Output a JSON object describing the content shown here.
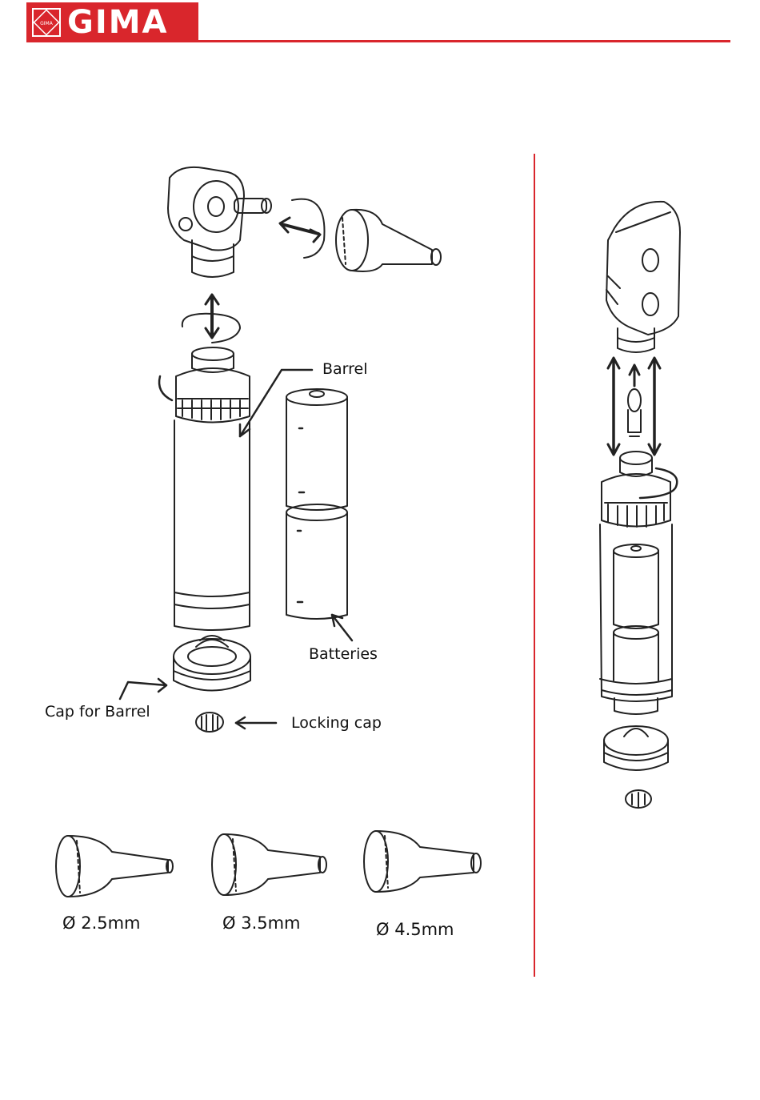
{
  "header": {
    "brand": "GIMA",
    "accent_color": "#d9262c",
    "emblem_icon": "gima-emblem-icon"
  },
  "left_figure": {
    "labels": {
      "barrel": "Barrel",
      "batteries": "Batteries",
      "cap_for_barrel": "Cap for Barrel",
      "locking_cap": "Locking cap"
    },
    "speculum_sizes": [
      "Ø 2.5mm",
      "Ø 3.5mm",
      "Ø 4.5mm"
    ]
  }
}
